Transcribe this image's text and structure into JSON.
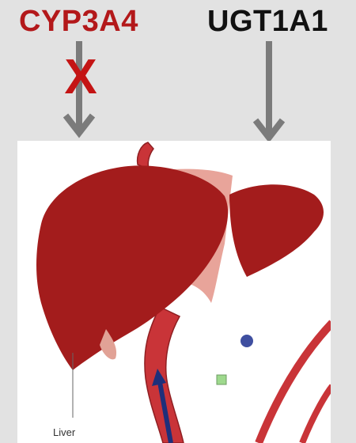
{
  "enzymes": {
    "cyp3a4": {
      "label": "CYP3A4",
      "color": "#b3181a",
      "status_mark": "X",
      "status_color": "#c41414"
    },
    "ugt1a1": {
      "label": "UGT1A1",
      "color": "#111111"
    }
  },
  "arrow_color": "#7b7b7b",
  "illustration": {
    "organ_label": "Liver",
    "liver_color": "#a31c1c",
    "vessel_color": "#c93438",
    "flow_arrow_color": "#1e2f7a",
    "dot_color": "#3f4fa0",
    "square_color": "#9ed98d"
  }
}
